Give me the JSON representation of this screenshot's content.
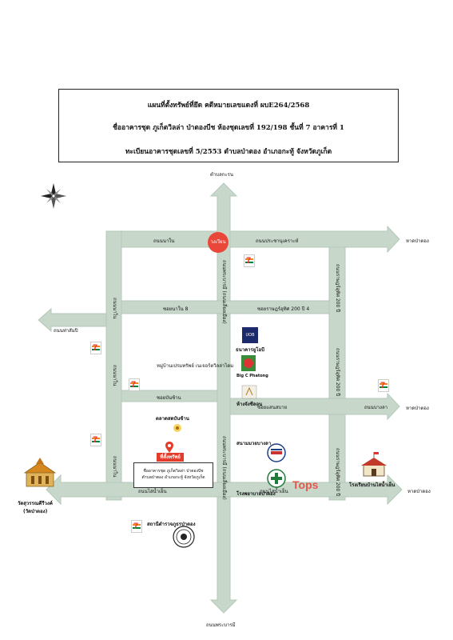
{
  "title": {
    "line1": "แผนที่ตั้งทรัพย์ที่ยึด คดีหมายเลขแดงที่ ผบE264/2568",
    "line2": "ชื่ออาคารชุด ภูเก็ตวิลล่า ป่าตองบีช ห้องชุดเลขที่ 192/198 ชั้นที่ 7 อาคารที่ 1",
    "line3": "ทะเบียนอาคารชุดเลขที่ 5/2553 ตำบลป่าตอง อำเภอกะทู้ จังหวัดภูเก็ต"
  },
  "directions": {
    "north": "ตำบลกะรน",
    "south": "ถนนพระบารมี",
    "east_top": "หาดป่าตอง",
    "east_mid": "หาดป่าตอง",
    "east_bottom": "หาดป่าตอง",
    "west": "ถนนท่าสัมปิ"
  },
  "roads": {
    "nanai_top": "ถนนนาใน",
    "prachanukroh": "ถนนประชานุเคราะห์",
    "soi_nanai8": "ซอยนาใน 8",
    "soi_rat200_4": "ซอยราษฎร์อุทิศ 200 ปี 4",
    "soi_banchan": "ซอยบันซ้าน",
    "soi_saensabai": "ซอยแสนสบาย",
    "sainamyen_left": "ถนนไสน้ำเย็น",
    "sainamyen_right": "ถนนไสน้ำเย็น",
    "bangla": "ถนนบางลา",
    "nanai_vertical_1": "ถนนนาใน",
    "nanai_vertical_2": "ถนนนาใน",
    "nanai_vertical_3": "ถนนนาใน",
    "phrabaramee": "ถนนพระบารมี (ถนนเลี่ยงเมือง)",
    "phrabaramee_2": "ถนนพระบารมี (ถนนเลี่ยงเมือง)",
    "rat200_1": "ถนนราษฎร์อุทิศ 200 ปี",
    "rat200_2": "ถนนราษฎร์อุทิศ 200 ปี",
    "rat200_3": "ถนนราษฎร์อุทิศ 200 ปี"
  },
  "places": {
    "circle": "วงเวียน",
    "uob": "ธนาคารยูโอบี",
    "uob_logo": "UOB",
    "bigc": "Big C Phatong",
    "jungceylon": "ห้างจังซีลอน",
    "village": "หมู่บ้านเปรมทรัพย์ เนเจอร์ตวิลล่าไดม",
    "market": "ตลาดสดบันซ้าน",
    "stadium": "สนามมวยบางลา",
    "hospital": "โรงพยาบาลป่าตอง",
    "tops": "Tops",
    "school": "โรงเรียนบ้านไสน้ำเย็น",
    "police": "สถานีตำรวจภูธรป่าตอง",
    "temple": "วัดสุวรรณคีรีวงค์",
    "temple_sub": "(วัดป่าตอง)",
    "target": "ที่ตั้งทรัพย์",
    "callout_line1": "ชื่ออาคารชุด ภูเก็ตวิลล่า ป่าตองบีช",
    "callout_line2": "ตำบลป่าตอง อำเภอกะทู้ จังหวัดภูเก็ต",
    "seven_eleven": "7"
  },
  "colors": {
    "road": "#c7d8cb",
    "road_edge": "#b4c9b9",
    "target": "#e43c2b",
    "circle": "#e8473a",
    "tops": "#e2574c"
  }
}
